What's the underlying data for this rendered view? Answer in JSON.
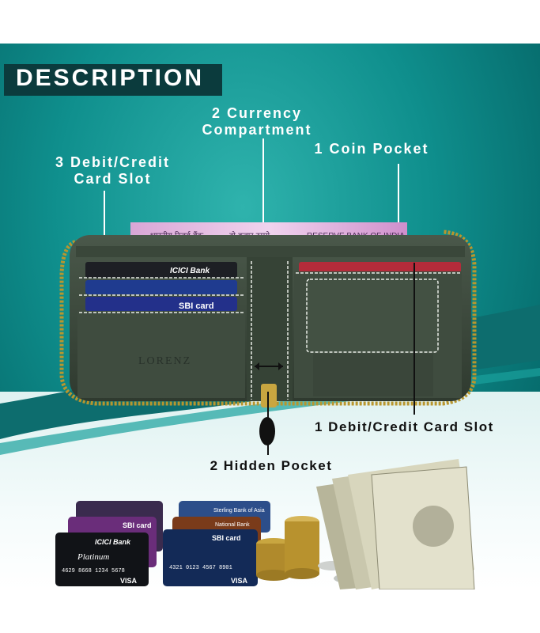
{
  "title": "DESCRIPTION",
  "labels": {
    "currency_line1": "2 Currency",
    "currency_line2": "Compartment",
    "card_slots_line1": "3 Debit/Credit",
    "card_slots_line2": "Card Slot",
    "coin_pocket": "1 Coin  Pocket",
    "single_card_slot": "1 Debit/Credit Card Slot",
    "hidden_pocket": "2 Hidden Pocket"
  },
  "brand": "LORENZ",
  "banknote_text": [
    "भारतीय रिज़र्व बैंक",
    "दो हज़ार रुपये",
    "RESERVE BANK OF INDIA"
  ],
  "cards": [
    "ICICI Bank",
    "SBI card",
    "Platinum",
    "Sterling Bank of Asia",
    "National Bank",
    "4629 8668 1234 5678",
    "4321 0123 4567 8901",
    "VISA"
  ],
  "colors": {
    "teal": "#0f8f8d",
    "wallet": "#3d4a3c",
    "stitch": "#e8ece6",
    "zipper": "#b8962e",
    "banner": "#0b3b3d"
  }
}
